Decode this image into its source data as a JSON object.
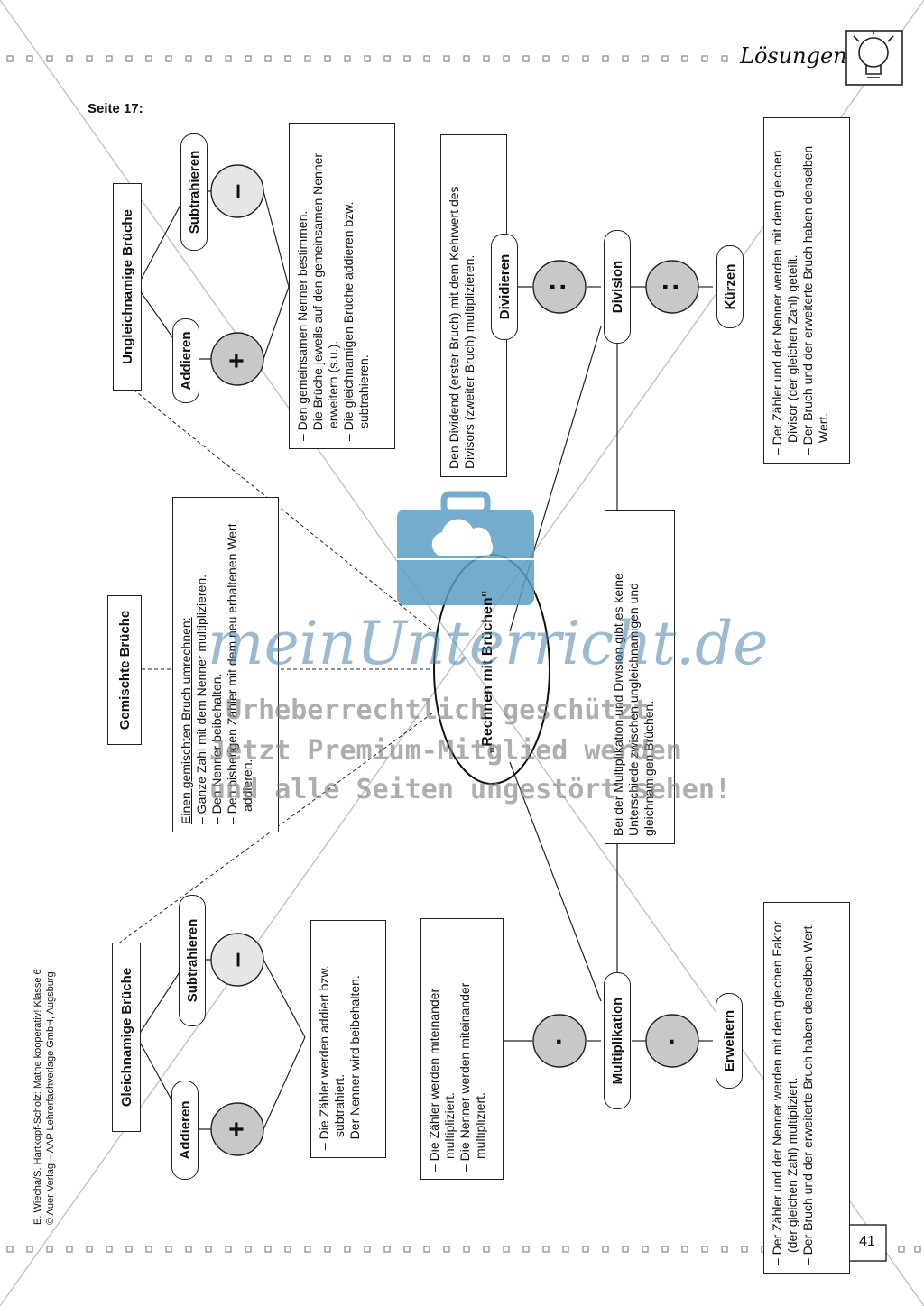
{
  "header": {
    "title": "Lösungen",
    "page_label": "Seite 17:",
    "page_number": "41"
  },
  "credits": {
    "line1": "E. Wiecha/S. Hartkopf-Scholz: Mathe kooperativ! Klasse 6",
    "line2": "© Auer Verlag – AAP Lehrerfachverlage GmbH, Augsburg"
  },
  "center": {
    "label": "„Rechnen mit Brüchen“"
  },
  "ungleichnamig": {
    "title": "Ungleichnamige Brüche",
    "addieren": "Addieren",
    "subtrahieren": "Subtrahieren",
    "plus": "+",
    "minus": "–",
    "steps": [
      "Den gemeinsamen Nenner bestimmen.",
      "Die Brüche jeweils auf den gemeinsamen Nenner erweitern (s.u.).",
      "Die gleichnamigen Brüche addieren bzw. subtrahieren."
    ]
  },
  "gemischt": {
    "title": "Gemischte Brüche",
    "lead": "Einen gemischten Bruch umrechnen:",
    "steps": [
      "Ganze Zahl mit dem Nenner multiplizieren.",
      "Den Nenner beibehalten.",
      "Den bisherigen Zähler mit dem neu erhaltenen Wert addieren."
    ]
  },
  "gleichnamig": {
    "title": "Gleichnamige Brüche",
    "addieren": "Addieren",
    "subtrahieren": "Subtrahieren",
    "plus": "+",
    "minus": "–",
    "steps": [
      "Die Zähler werden addiert bzw. subtrahiert.",
      "Der Nenner wird beibehalten."
    ]
  },
  "division": {
    "title": "Division",
    "dividieren": "Dividieren",
    "kuerzen": "Kürzen",
    "symbol": "∶",
    "dividieren_text": "Den Dividend (erster Bruch) mit dem Kehrwert des Divisors (zweiter Bruch) multiplizieren.",
    "kuerzen_steps": [
      "Der Zähler und der Nenner werden mit dem gleichen Divisor (der gleichen Zahl) geteilt.",
      "Der Bruch und der erweiterte Bruch haben denselben Wert."
    ]
  },
  "multiplikation": {
    "title": "Multiplikation",
    "erweitern": "Erweitern",
    "symbol": "·",
    "steps": [
      "Die Zähler werden miteinander multipliziert.",
      "Die Nenner werden miteinander multipliziert."
    ],
    "erweitern_steps": [
      "Der Zähler und der Nenner werden mit dem gleichen Faktor (der gleichen Zahl) multipliziert.",
      "Der Bruch und der erweiterte Bruch haben denselben Wert."
    ]
  },
  "note": "Bei der Multiplikation und Division gibt es keine Unterschiede zwischen ungleichnamigen und gleichnamigen Brüchen.",
  "watermark": {
    "brand": "meinUnterricht.de",
    "line1": "Urheberrechtlich geschützt",
    "line2": "Jetzt Premium-Mitglied werden",
    "line3": "und alle Seiten ungestört sehen!"
  },
  "colors": {
    "circle_light": "#e6e6e6",
    "circle_dark": "#c8c8c8",
    "watermark_blue": "#5b9ec4"
  }
}
